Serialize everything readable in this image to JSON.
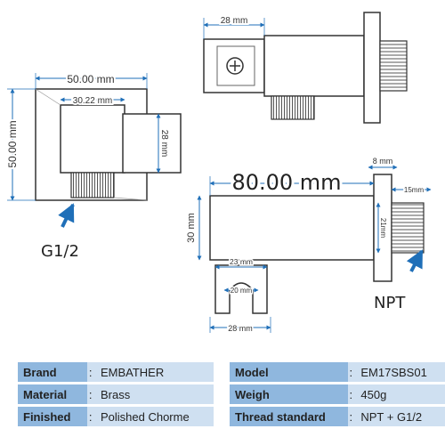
{
  "diagram": {
    "front_view": {
      "width": "50.00 mm",
      "height": "50.00 mm",
      "inner_width": "30.22 mm",
      "depth": "28 mm",
      "thread": "G1/2"
    },
    "top_view": {
      "width": "28 mm"
    },
    "side_view": {
      "length": "80.00 mm",
      "height": "30 mm",
      "flange": "8 mm",
      "thread_length": "15mm",
      "thread_dia": "21mm",
      "thread": "NPT"
    },
    "holder_view": {
      "outer": "23 mm",
      "inner": "20 mm",
      "base": "28 mm"
    }
  },
  "specs": {
    "left": [
      {
        "key": "Brand",
        "value": "EMBATHER"
      },
      {
        "key": "Material",
        "value": "Brass"
      },
      {
        "key": "Finished",
        "value": "Polished Chorme"
      }
    ],
    "right": [
      {
        "key": "Model",
        "value": "EM17SBS01"
      },
      {
        "key": "Weigh",
        "value": "450g"
      },
      {
        "key": "Thread standard",
        "value": "NPT + G1/2"
      }
    ]
  },
  "colors": {
    "dimension": "#1f6fb8",
    "outline": "#333333",
    "table_key": "#8fb7de",
    "table_value": "#cfe0f1"
  }
}
